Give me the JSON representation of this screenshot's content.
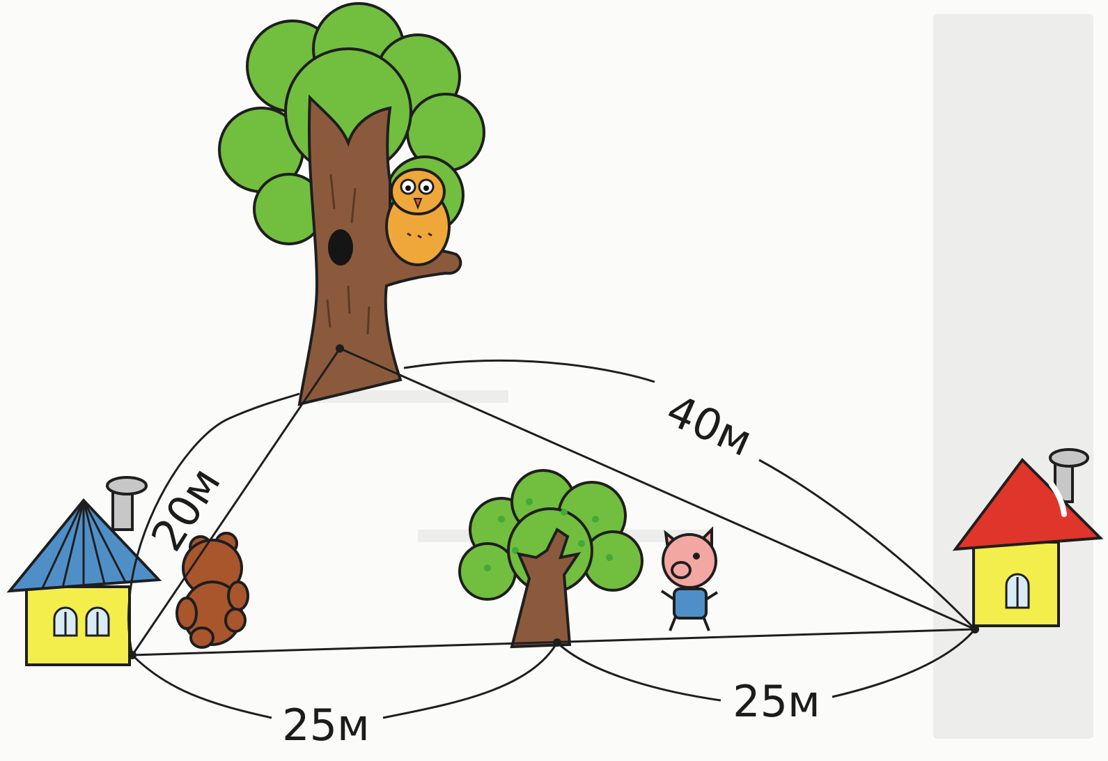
{
  "diagram": {
    "distances": {
      "house_to_big_tree": "20м",
      "big_tree_to_red_house": "40м",
      "house_to_small_tree": "25м",
      "small_tree_to_red_house": "25м"
    },
    "characters": [
      "bear",
      "owl",
      "pig"
    ],
    "landmarks": [
      "blue-roof-house",
      "red-roof-house",
      "big-tree",
      "small-tree"
    ],
    "colors": {
      "blue_roof": "#4f8fc7",
      "red_roof": "#e0352b",
      "house_wall": "#f3ee4c",
      "foliage": "#72be3f",
      "trunk": "#8b5a3c",
      "owl": "#f0a73a",
      "bear": "#a9562d",
      "pig": "#f2a7a2"
    }
  }
}
